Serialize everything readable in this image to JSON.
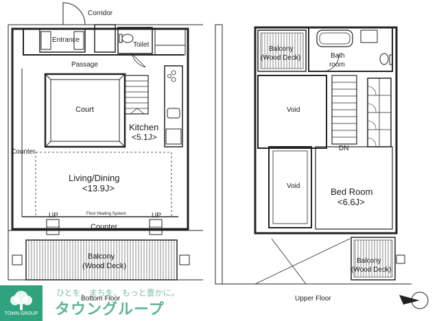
{
  "bottom_floor": {
    "labels": {
      "corridor": "Corridor",
      "entrance": "Entrance",
      "toilet": "Toilet",
      "passage": "Passage",
      "court": "Court",
      "kitchen": "Kitchen",
      "kitchen_size": "<5.1J>",
      "counter_left": "Counter",
      "living_dining": "Living/Dining",
      "living_dining_size": "<13.9J>",
      "floor_heating": "Floor Heating System",
      "up_left": "UP",
      "up_right": "UP",
      "counter_bottom": "Counter",
      "balcony": "Balcony",
      "balcony_sub": "(Wood Deck)",
      "title": "Bottom Floor"
    }
  },
  "upper_floor": {
    "labels": {
      "balcony_top": "Balcony",
      "balcony_top_sub": "(Wood Deck)",
      "bath": "Bath",
      "bath_sub": "room",
      "void_top": "Void",
      "dn": "DN",
      "void_bottom": "Void",
      "bedroom": "Bed Room",
      "bedroom_size": "<6.6J>",
      "balcony_bottom": "Balcony",
      "balcony_bottom_sub": "(Wood Deck)",
      "title": "Upper Floor"
    }
  },
  "compass": {
    "label": "N"
  },
  "watermark": {
    "logo_text": "TOWN GROUP",
    "tagline": "ひとを、まちを、もっと豊かに。",
    "brand": "タウングループ",
    "brand_color": "#5fb594"
  }
}
